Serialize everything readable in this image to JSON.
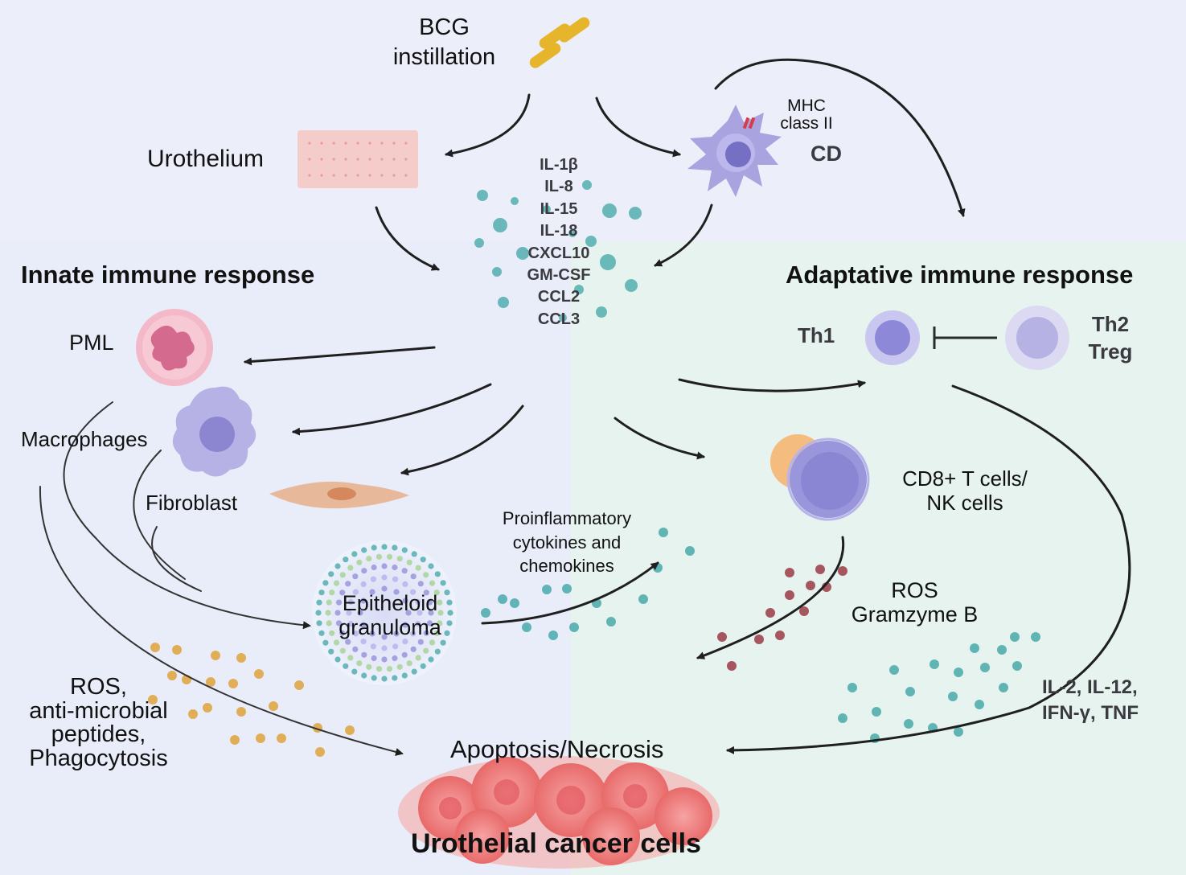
{
  "diagram": {
    "top": {
      "bcg": "BCG",
      "instillation": "instillation"
    },
    "urothelium": "Urothelium",
    "dendritic": {
      "mhc": "MHC",
      "class": "class II",
      "cd": "CD"
    },
    "cytokines": [
      "IL-1β",
      "IL-8",
      "IL-15",
      "IL-18",
      "CXCL10",
      "GM-CSF",
      "CCL2",
      "CCL3"
    ],
    "innate": {
      "title": "Innate immune response",
      "pml": "PML",
      "macrophages": "Macrophages",
      "fibroblast": "Fibroblast",
      "granuloma": [
        "Epitheloid",
        "granuloma"
      ],
      "ros": [
        "ROS,",
        "anti-microbial",
        "peptides,",
        "Phagocytosis"
      ]
    },
    "adaptive": {
      "title": "Adaptative immune response",
      "th1": "Th1",
      "th2": [
        "Th2",
        "Treg"
      ],
      "cd8": [
        "CD8+ T cells/",
        "NK cells"
      ],
      "ros": [
        "ROS",
        "Gramzyme B"
      ],
      "interleukins": [
        "IL-2, IL-12,",
        "IFN-γ, TNF"
      ]
    },
    "proinflammatory": [
      "Proinflammatory",
      "cytokines and",
      "chemokines"
    ],
    "apoptosis": "Apoptosis/Necrosis",
    "cancer": "Urothelial cancer cells"
  },
  "colors": {
    "innate_bg": "#e9ecf9",
    "adaptive_bg": "#e6f3ee",
    "arrow": "#1f1f1f",
    "teal_dot": "#3fa6a6",
    "gold_dot": "#e0a43c",
    "maroon_dot": "#9a3b46",
    "cancer_red": "#e86a6a"
  }
}
